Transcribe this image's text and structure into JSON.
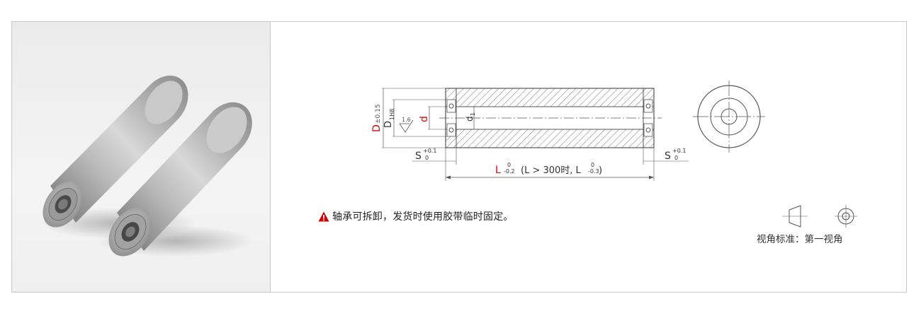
{
  "photo": {
    "alt": "两个带轴承的圆柱滚筒产品照片"
  },
  "drawing": {
    "label_D": "D",
    "tol_D": "±0.15",
    "label_D1": "D",
    "sub_D1": "1H8",
    "roughness": "1.6",
    "label_d": "d",
    "label_d1": "d",
    "sub_d1": "1",
    "label_S": "S",
    "S_upper": "+0.1",
    "S_lower": "0",
    "label_L": "L",
    "L_upper": "0",
    "L_lower": "-0.2",
    "L_note_open": "(L > 300时, L",
    "L_note_upper": "0",
    "L_note_lower": "-0.3",
    "L_note_close": ")"
  },
  "warning": {
    "icon": "warning-triangle-icon",
    "text": "轴承可拆卸，发货时使用胶带临时固定。"
  },
  "projection": {
    "label": "视角标准：第一视角"
  },
  "colors": {
    "red": "#e00000",
    "line": "#555555",
    "hatch": "#777777",
    "warn": "#d10000"
  }
}
